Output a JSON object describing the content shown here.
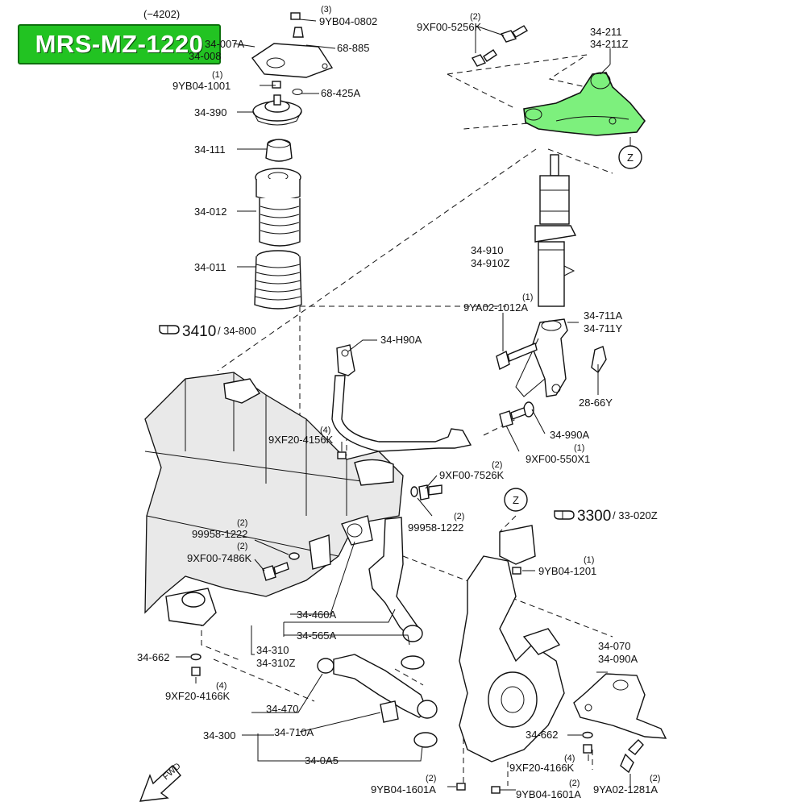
{
  "banner": {
    "part_code": "MRS-MZ-1220",
    "color": "#22c322"
  },
  "highlight_color": "#7df07d",
  "header_code": "(−4202)",
  "labels": {
    "b0802_qty": "(3)",
    "b0802": "9YB04-0802",
    "s007a": "34-007A",
    "s008": "34-008",
    "s68885": "68-885",
    "b1001_qty": "(1)",
    "b1001": "9YB04-1001",
    "s68425": "68-425A",
    "s390": "34-390",
    "s111": "34-111",
    "s012": "34-012",
    "s011": "34-011",
    "ref3410": "3410",
    "ref3410_sub": "/ 34-800",
    "h90a": "34-H90A",
    "f4156_qty": "(4)",
    "f4156": "9XF20-4156K",
    "f5256_qty": "(2)",
    "f5256": "9XF00-5256K",
    "s211": "34-211",
    "s211z": "34-211Z",
    "z1": "Z",
    "s910": "34-910",
    "s910z": "34-910Z",
    "a1012_qty": "(1)",
    "a1012": "9YA02-1012A",
    "s711a": "34-711A",
    "s711y": "34-711Y",
    "s2866": "28-66Y",
    "s990": "34-990A",
    "x550_qty": "(1)",
    "x550": "9XF00-550X1",
    "f7526_qty": "(2)",
    "f7526": "9XF00-7526K",
    "w1222r_qty": "(2)",
    "w1222r": "99958-1222",
    "z2": "Z",
    "ref3300": "3300",
    "ref3300_sub": "/ 33-020Z",
    "w1222l_qty": "(2)",
    "w1222l": "99958-1222",
    "f7486_qty": "(2)",
    "f7486": "9XF00-7486K",
    "b1201_qty": "(1)",
    "b1201": "9YB04-1201",
    "s460a": "34-460A",
    "s565a": "34-565A",
    "s310": "34-310",
    "s310z": "34-310Z",
    "s662l": "34-662",
    "f4166l_qty": "(4)",
    "f4166l": "9XF20-4166K",
    "s070": "34-070",
    "s090a": "34-090A",
    "s470": "34-470",
    "s300": "34-300",
    "s710a": "34-710A",
    "s0a5": "34-0A5",
    "s662r": "34-662",
    "f4166r_qty": "(4)",
    "f4166r": "9XF20-4166K",
    "b1601l_qty": "(2)",
    "b1601l": "9YB04-1601A",
    "b1601r_qty": "(2)",
    "b1601r": "9YB04-1601A",
    "a1281_qty": "(2)",
    "a1281": "9YA02-1281A",
    "fwd": "FWD"
  },
  "icons": {
    "ref_arrow": "pointing-hand-icon",
    "fwd_arrow": "forward-arrow-icon"
  }
}
